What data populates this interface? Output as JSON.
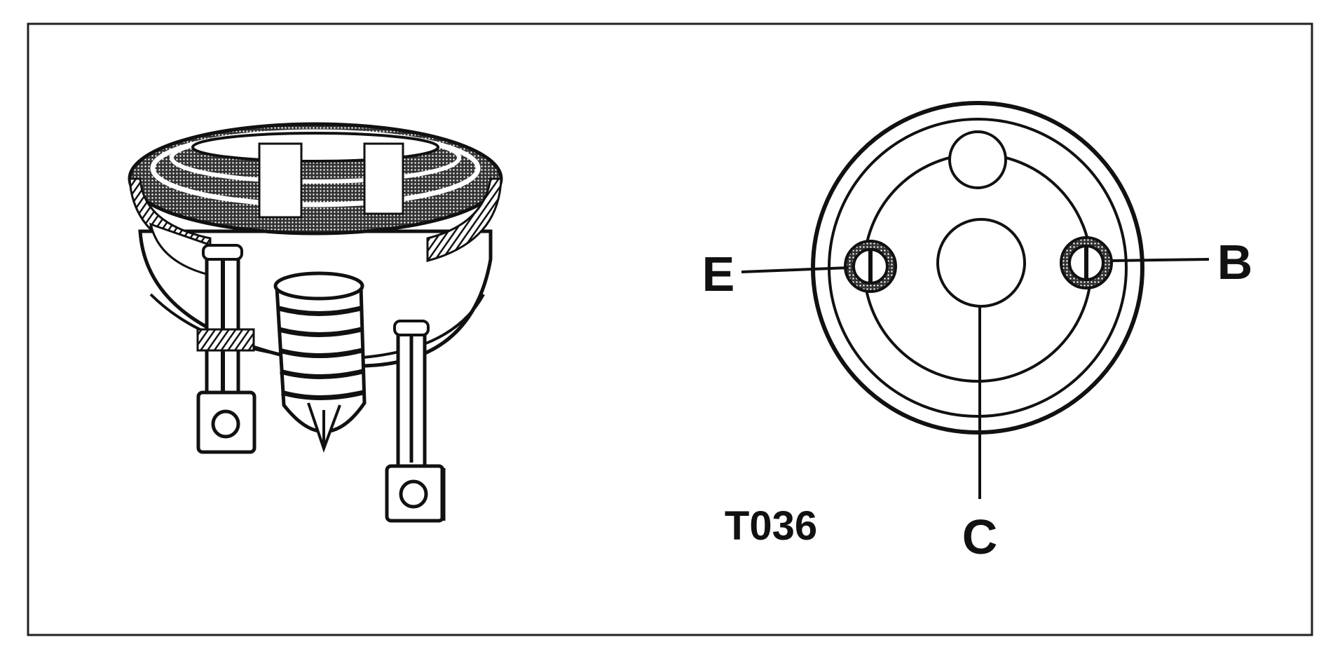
{
  "figure": {
    "labels": {
      "e": "E",
      "b": "B",
      "c": "C",
      "code": "T036"
    },
    "colors": {
      "ink": "#111111",
      "paper": "#ffffff"
    }
  }
}
